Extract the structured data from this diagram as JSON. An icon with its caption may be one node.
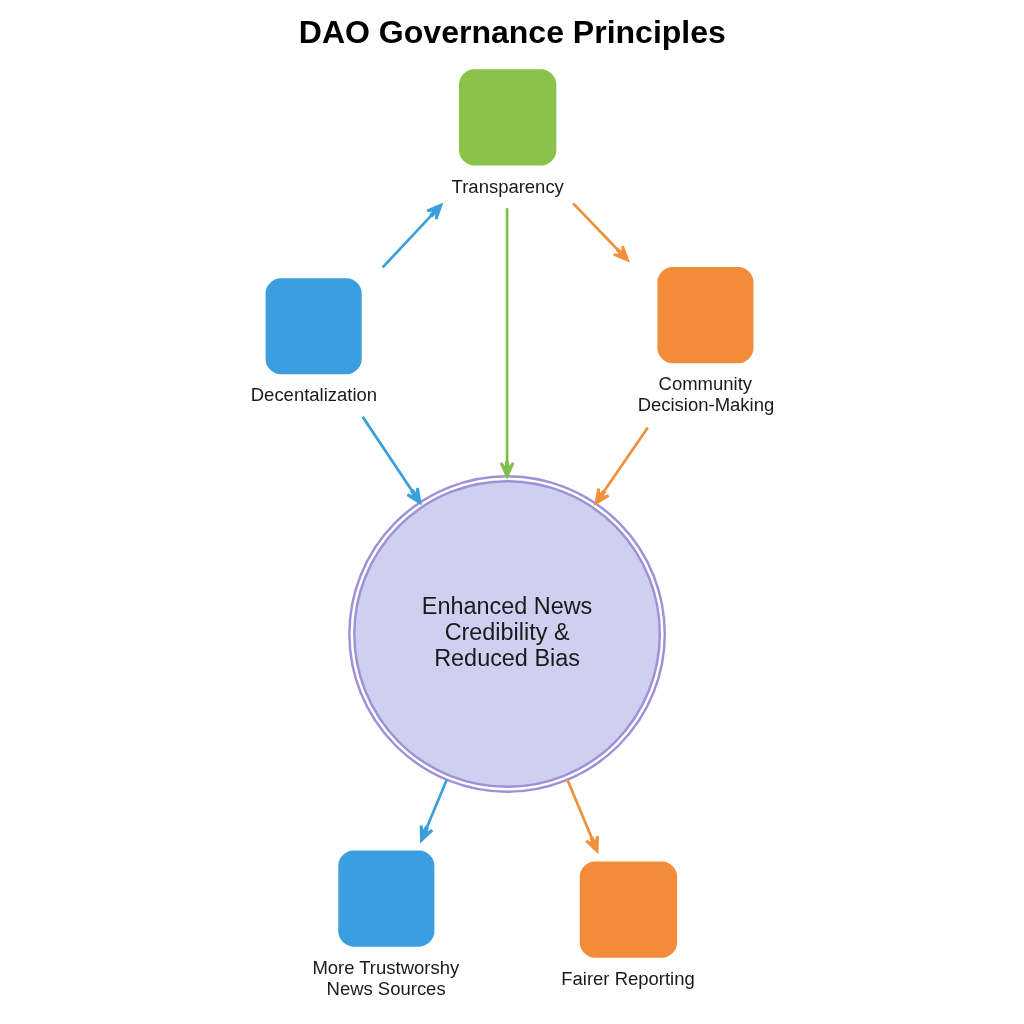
{
  "diagram": {
    "title": "DAO Governance Principles",
    "nodes": [
      {
        "text": [
          "Transparency"
        ]
      },
      {
        "text": [
          "Decentalization"
        ]
      },
      {
        "text": [
          "Community Decision-Making"
        ]
      },
      {
        "text": [
          "Enhanced News Credibility & Reduced Bias"
        ]
      },
      {
        "text": [
          "More Trustworshy News Sources"
        ]
      },
      {
        "text": [
          "Fairer Reporting"
        ]
      }
    ],
    "edges": [
      {
        "from": 1,
        "to": 0,
        "arrow": "to",
        "color": "#3a9fdc"
      },
      {
        "from": 0,
        "to": 2,
        "arrow": "to",
        "color": "#f0903a"
      },
      {
        "from": 1,
        "to": 3,
        "arrow": "to",
        "color": "#3a9fdc"
      },
      {
        "from": 0,
        "to": 3,
        "arrow": "to",
        "color": "#7cbf4a"
      },
      {
        "from": 2,
        "to": 3,
        "arrow": "to",
        "color": "#f0903a"
      },
      {
        "from": 3,
        "to": 4,
        "arrow": "to",
        "color": "#3a9fdc"
      },
      {
        "from": 3,
        "to": 5,
        "arrow": "to",
        "color": "#f0903a"
      }
    ]
  }
}
